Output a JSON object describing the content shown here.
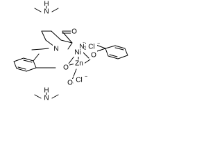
{
  "molecule": {
    "atoms": {
      "solvent_top_n": "N",
      "solvent_top_h": "H",
      "formyl_o": "O",
      "amine_n_left": "N",
      "amine_n_right": "N",
      "nickel": "Ni",
      "nickel_charge": "2+",
      "chloride_top": "Cl",
      "chloride_top_charge": "−",
      "phenoxide_o_right": "O",
      "phenoxide_o_right_charge": "−",
      "phenoxide_o_left": "O",
      "zinc": "Zn",
      "bottom_o": "O",
      "chloride_bottom": "Cl",
      "chloride_bottom_charge": "−",
      "solvent_bottom_n": "N",
      "solvent_bottom_h": "H"
    }
  }
}
